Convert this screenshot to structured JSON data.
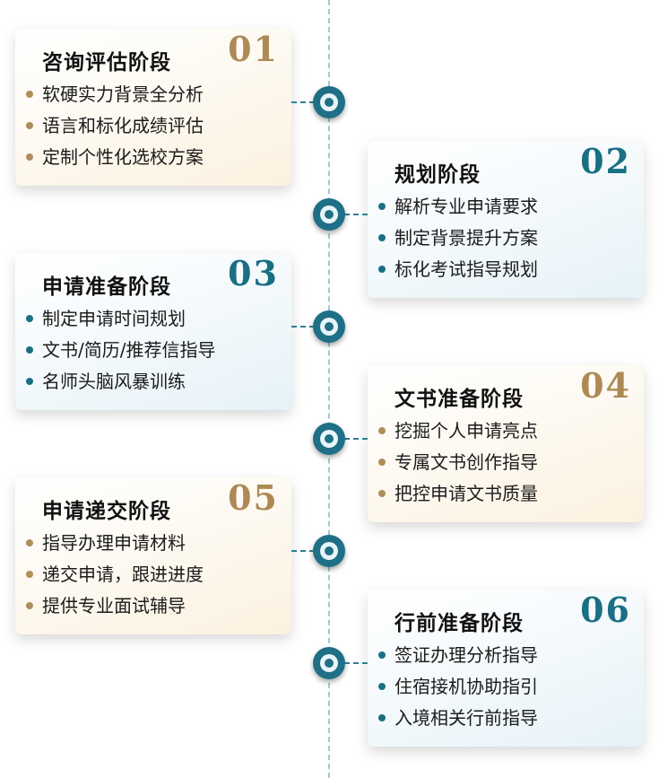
{
  "stages": [
    {
      "number": "01",
      "title": "咨询评估阶段",
      "items": [
        "软硬实力背景全分析",
        "语言和标化成绩评估",
        "定制个性化选校方案"
      ]
    },
    {
      "number": "02",
      "title": "规划阶段",
      "items": [
        "解析专业申请要求",
        "制定背景提升方案",
        "标化考试指导规划"
      ]
    },
    {
      "number": "03",
      "title": "申请准备阶段",
      "items": [
        "制定申请时间规划",
        "文书/简历/推荐信指导",
        "名师头脑风暴训练"
      ]
    },
    {
      "number": "04",
      "title": "文书准备阶段",
      "items": [
        "挖掘个人申请亮点",
        "专属文书创作指导",
        "把控申请文书质量"
      ]
    },
    {
      "number": "05",
      "title": "申请递交阶段",
      "items": [
        "指导办理申请材料",
        "递交申请，跟进进度",
        "提供专业面试辅导"
      ]
    },
    {
      "number": "06",
      "title": "行前准备阶段",
      "items": [
        "签证办理分析指导",
        "住宿接机协助指引",
        "入境相关行前指导"
      ]
    }
  ],
  "colors": {
    "gold": "#ad8955",
    "teal": "#1a6f84"
  }
}
